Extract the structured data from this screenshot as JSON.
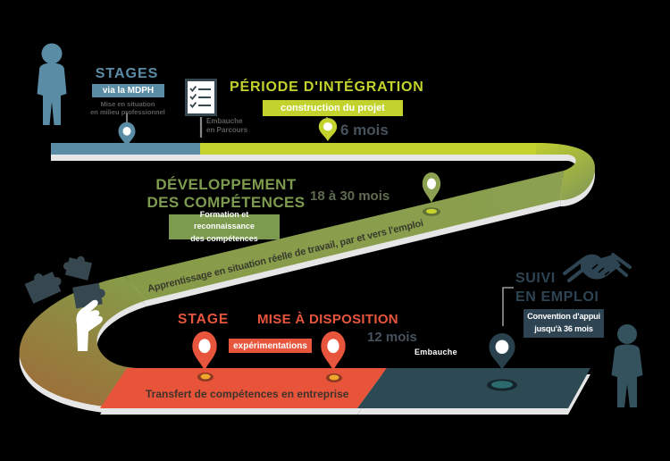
{
  "palette": {
    "blue": "#5b8ca6",
    "yellow_green": "#c3d22d",
    "olive": "#8ba050",
    "olive_text": "#7d9b4e",
    "road_brown": "#94803f",
    "red_orange": "#e8553d",
    "dark_slate": "#2e4453",
    "road_dark": "#2d4953",
    "road_edge": "#e6e6e6"
  },
  "icons": {
    "person_left": "person-silhouette",
    "person_right": "person-silhouette",
    "checklist": "checklist",
    "handshake": "handshake",
    "puzzle": "hand-holding-puzzle",
    "pins": "map-pin"
  },
  "stages_mdph": {
    "title": "STAGES",
    "badge": "via la MDPH",
    "note_line1": "Mise en situation",
    "note_line2": "en milieu professionnel"
  },
  "embauche_parcours": {
    "line1": "Embauche",
    "line2": "en Parcours"
  },
  "periode_integration": {
    "title": "PÉRIODE D'INTÉGRATION",
    "badge": "construction du projet",
    "duration": "6 mois"
  },
  "developpement": {
    "title_line1": "DÉVELOPPEMENT",
    "title_line2": "DES COMPÉTENCES",
    "duration": "18 à 30 mois",
    "badge_line1": "Formation et reconnaissance",
    "badge_line2": "des compétences"
  },
  "road_labels": {
    "diagonal": "Apprentissage en situation réelle de travail, par et vers l'emploi",
    "bottom": "Transfert de compétences en entreprise"
  },
  "stage": {
    "title": "STAGE",
    "badge": "expérimentations"
  },
  "mise_a_disposition": {
    "title": "MISE À DISPOSITION",
    "duration": "12 mois"
  },
  "embauche": {
    "label": "Embauche"
  },
  "suivi_emploi": {
    "title_line1": "SUIVI",
    "title_line2": "EN EMPLOI",
    "badge_line1": "Convention d'appui",
    "badge_line2": "jusqu'à 36 mois"
  }
}
